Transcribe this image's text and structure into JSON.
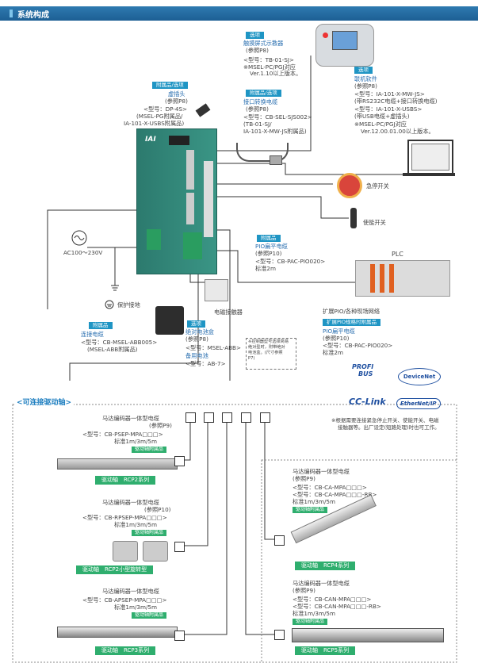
{
  "header": {
    "title": "系统构成"
  },
  "teach": {
    "tag": "选项",
    "name": "触摸屏式示教器",
    "ref": "(参照P8)",
    "model": "<型号：TB-01-SJ>",
    "note1": "※MSEL-PC/PGJ对应",
    "note2": "Ver.1.10以上版本。"
  },
  "dummy": {
    "tag": "附属品/选项",
    "name": "虚插头",
    "ref": "(参照P8)",
    "model": "<型号：DP-4S>",
    "note1": "(MSEL-PG附属品/",
    "note2": "IA-101-X-USBS附属品)"
  },
  "conv": {
    "tag": "附属品/选项",
    "name": "接口转换电缆",
    "ref": "(参照P8)",
    "model": "<型号：CB-SEL-SJS002>",
    "note1": "(TB-01-SJ/",
    "note2": "IA-101-X-MW-JS附属品)"
  },
  "soft": {
    "tag": "选项",
    "name": "联机软件",
    "ref": "(参照P8)",
    "model1": "<型号：IA-101-X-MW-JS>",
    "desc1": "(带RS232C电缆+接口转换电缆)",
    "model2": "<型号：IA-101-X-USBS>",
    "desc2": "(带USB电缆+虚插头)",
    "note1": "※MSEL-PC/PGJ对应",
    "note2": "Ver.12.00.01.00以上版本。"
  },
  "estop": "急停开关",
  "enable": "使能开关",
  "power": "AC100～230V",
  "ground": "保护接地",
  "contactor": "电磁接触器",
  "pio": {
    "tag": "附属品",
    "name": "PIO扁平电缆",
    "ref": "(参照P10)",
    "model": "<型号：CB-PAC-PIO020>",
    "len": "标准2m"
  },
  "plc": "PLC",
  "fieldbus": "扩展PIO/各种现场网络",
  "pio2": {
    "tag": "扩展PIO规格时附属品",
    "name": "PIO扁平电缆",
    "ref": "(参照P10)",
    "model": "<型号：CB-PAC-PIO020>",
    "len": "标准2m"
  },
  "bus": {
    "profibus1": "PROFI",
    "profibus2": "BUS",
    "devicenet": "DeviceNet",
    "cclink": "CC-Link",
    "ethernetip": "EtherNet/IP"
  },
  "busnote1": "※根据需要连接紧急停止开关、使能开关、电磁",
  "busnote2": "接触器等。出厂设定(短路处理)时也可工作。",
  "conn": {
    "tag": "附属品",
    "name": "连接电缆",
    "model": "<型号：CB-MSEL-ABB005>",
    "note": "(MSEL-ABB附属品)"
  },
  "abs": {
    "tag": "选项",
    "name": "绝对电池盒",
    "ref": "(参照P8)",
    "model": "<型号：MSEL-ABB>",
    "name2": "备用电池",
    "model2": "<型号：AB-7>"
  },
  "absnote": [
    "※控制器型号选择简易",
    "绝对型时，附带绝对",
    "电池盒。(尺寸参照",
    "P7)"
  ],
  "axes": {
    "title": "<可连接驱动轴>"
  },
  "rcp2": {
    "cable": "马达编码器一体型电缆",
    "ref": "(参照P9)",
    "model": "<型号：CB-PSEP-MPA□□□>",
    "len": "标准1m/3m/5m",
    "acc": "驱动轴附属品",
    "name": "驱动轴　RCP2系列"
  },
  "rcp2r": {
    "cable": "马达编码器一体型电缆",
    "ref": "(参照P10)",
    "model": "<型号：CB-RPSEP-MPA□□□>",
    "len": "标准1m/3m/5m",
    "acc": "驱动轴附属品",
    "name": "驱动轴　RCP2小型旋转型"
  },
  "rcp3": {
    "cable": "马达编码器一体型电缆",
    "model": "<型号：CB-APSEP-MPA□□□>",
    "len": "标准1m/3m/5m",
    "acc": "驱动轴附属品",
    "name": "驱动轴　RCP3系列"
  },
  "rcp4": {
    "cable": "马达编码器一体型电缆",
    "ref": "(参照P9)",
    "model1": "<型号：CB-CA-MPA□□□>",
    "model2": "<型号：CB-CA-MPA□□□-RB>",
    "len": "标准1m/3m/5m",
    "acc": "驱动轴附属品",
    "name": "驱动轴　RCP4系列"
  },
  "rcp5": {
    "cable": "马达编码器一体型电缆",
    "ref": "(参照P9)",
    "model1": "<型号：CB-CAN-MPA□□□>",
    "model2": "<型号：CB-CAN-MPA□□□-RB>",
    "len": "标准1m/3m/5m",
    "acc": "驱动轴附属品",
    "name": "驱动轴　RCP5系列"
  }
}
